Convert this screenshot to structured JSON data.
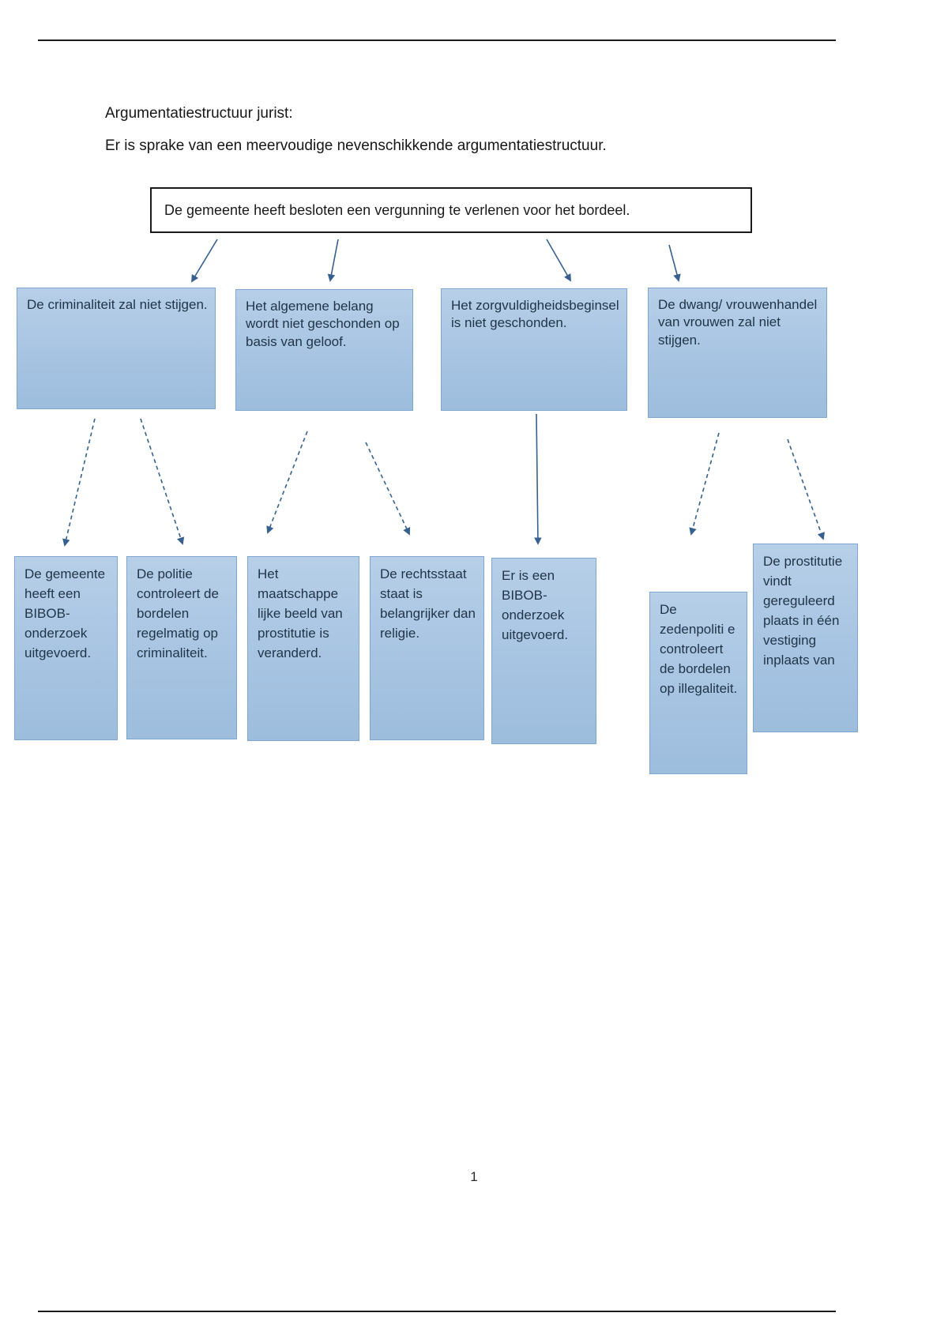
{
  "document": {
    "page_number": "1",
    "intro_title": "Argumentatiestructuur jurist:",
    "intro_subtitle": "Er is sprake van een meervoudige nevenschikkende argumentatiestructuur."
  },
  "colors": {
    "node_fill": "#a7c4e2",
    "node_border": "#7da7cf",
    "arrow": "#36618e",
    "claim_border": "#1a1a1a",
    "text": "#1f3448"
  },
  "diagram": {
    "type": "argument-structure",
    "claim": {
      "id": "claim",
      "text": "De gemeente heeft besloten een vergunning te verlenen voor het bordeel."
    },
    "arguments": [
      {
        "id": "arg1",
        "text": "De criminaliteit zal niet stijgen."
      },
      {
        "id": "arg2",
        "text": "Het algemene belang wordt niet geschonden op basis van geloof."
      },
      {
        "id": "arg3",
        "text": "Het zorgvuldigheidsbeginsel is niet geschonden."
      },
      {
        "id": "arg4",
        "text": "De dwang/ vrouwenhandel van vrouwen zal niet stijgen."
      }
    ],
    "sub_arguments": [
      {
        "id": "sub1",
        "parent": "arg1",
        "text": "De gemeente heeft een BIBOB-onderzoek uitgevoerd."
      },
      {
        "id": "sub2",
        "parent": "arg1",
        "text": "De politie controleert de bordelen regelmatig op criminaliteit."
      },
      {
        "id": "sub3",
        "parent": "arg2",
        "text": "Het maatschappe lijke beeld van prostitutie is veranderd."
      },
      {
        "id": "sub4",
        "parent": "arg2",
        "text": "De rechtsstaat staat is belangrijker dan religie."
      },
      {
        "id": "sub5",
        "parent": "arg3",
        "text": "Er is een BIBOB-onderzoek uitgevoerd."
      },
      {
        "id": "sub6",
        "parent": "arg4",
        "text": "De zedenpoliti e controleert de bordelen op illegaliteit."
      },
      {
        "id": "sub7",
        "parent": "arg4",
        "text": "De prostitutie vindt gereguleerd plaats in één vestiging inplaats van"
      }
    ]
  }
}
